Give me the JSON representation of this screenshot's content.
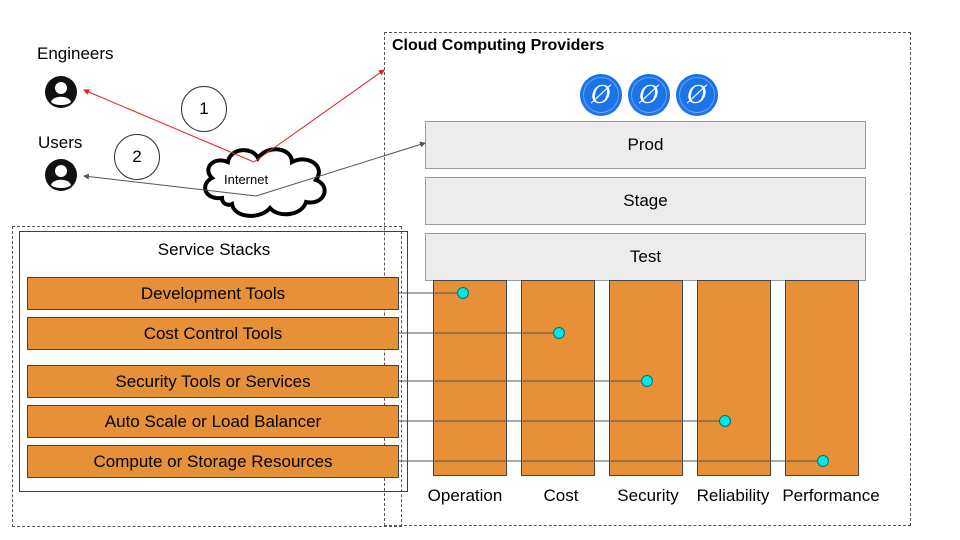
{
  "providers": {
    "title": "Cloud Computing Providers",
    "logos": [
      "provider-logo",
      "provider-logo",
      "provider-logo"
    ]
  },
  "actors": {
    "engineers": "Engineers",
    "users": "Users"
  },
  "steps": [
    "1",
    "2"
  ],
  "internet": {
    "label": "Internet"
  },
  "environments": {
    "prod": "Prod",
    "stage": "Stage",
    "test": "Test"
  },
  "service_stacks": {
    "title": "Service Stacks",
    "items": [
      "Development Tools",
      "Cost Control Tools",
      "Security Tools or Services",
      "Auto Scale or Load Balancer",
      "Compute or Storage Resources"
    ]
  },
  "pillars": [
    "Operation",
    "Cost",
    "Security",
    "Reliability",
    "Performance"
  ],
  "colors": {
    "pillar_fill": "#e69138",
    "connector_dot": "#00e5e5",
    "engineer_path": "#e02020",
    "user_path": "#555555",
    "provider_logo": "#1a73e8"
  }
}
